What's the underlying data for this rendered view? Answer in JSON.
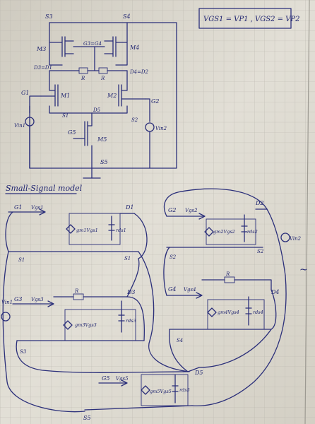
{
  "header": {
    "equation": "VGS1 = VP1 , VGS2 = VP2"
  },
  "circuit": {
    "nodes": {
      "s3": "S3",
      "s4": "S4",
      "m3": "M3",
      "m4": "M4",
      "g3g4": "G3=G4",
      "d3d1": "D3=D1",
      "d4d2": "D4=D2",
      "r_left": "R",
      "r_right": "R",
      "g1": "G1",
      "m1": "M1",
      "s1": "S1",
      "d5": "D5",
      "m2": "M2",
      "g2": "G2",
      "s2": "S2",
      "vin1": "Vin1",
      "vin2": "Vin2",
      "g5": "G5",
      "m5": "M5",
      "s5": "S5"
    }
  },
  "small_signal": {
    "title": "Small-Signal model",
    "tilde": "~",
    "blocks": {
      "b1": {
        "g": "G1",
        "vgs": "Vgs1",
        "d": "D1",
        "s": "S1",
        "cs": "gm1Vgs1",
        "rd": "rds1",
        "s_out": "S1"
      },
      "b2": {
        "g": "G2",
        "vgs": "Vgs2",
        "d": "D2",
        "s": "S2",
        "cs": "gm2Vgs2",
        "rd": "rds2",
        "s_out": "S2"
      },
      "b3": {
        "g": "G3",
        "vgs": "Vgs3",
        "d": "D3",
        "s": "S3",
        "cs": "gm3Vgs3",
        "rd": "rds3",
        "r": "R"
      },
      "b4": {
        "g": "G4",
        "vgs": "Vgs4",
        "d": "D4",
        "s": "S4",
        "cs": "gm4Vgs4",
        "rd": "rds4",
        "r": "R"
      },
      "b5": {
        "g": "G5",
        "vgs": "Vgs5",
        "d": "D5",
        "s": "S5",
        "cs": "gm5Vgs5",
        "rd": "rds5"
      }
    },
    "sources": {
      "vin1": "Vin1",
      "vin2": "Vin2"
    }
  }
}
